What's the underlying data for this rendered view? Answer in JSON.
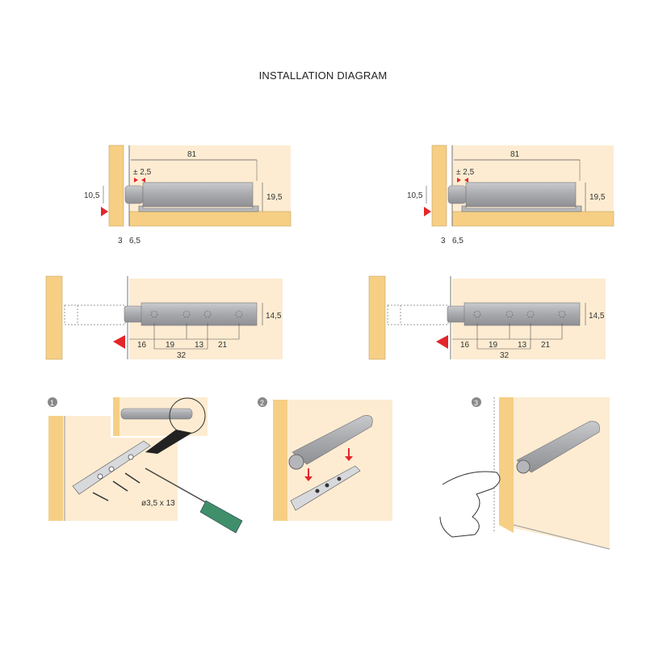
{
  "title": "INSTALLATION DIAGRAM",
  "colors": {
    "wood": "#f6cf85",
    "panel_bg": "#fdecd2",
    "body_gray": "#a8a9ad",
    "red": "#e3262a",
    "handle_green": "#3f8f6a"
  },
  "side_view": {
    "length": "81",
    "tolerance": "± 2,5",
    "height_offset": "10,5",
    "body_height": "19,5",
    "gap": "3",
    "offset": "6,5"
  },
  "top_view": {
    "diameter": "14,5",
    "d1": "16",
    "d2": "19",
    "d3": "13",
    "d4": "21",
    "d_total": "32"
  },
  "steps": [
    {
      "number": "1",
      "screw_label": "ø3,5 x 13"
    },
    {
      "number": "2"
    },
    {
      "number": "3"
    }
  ]
}
